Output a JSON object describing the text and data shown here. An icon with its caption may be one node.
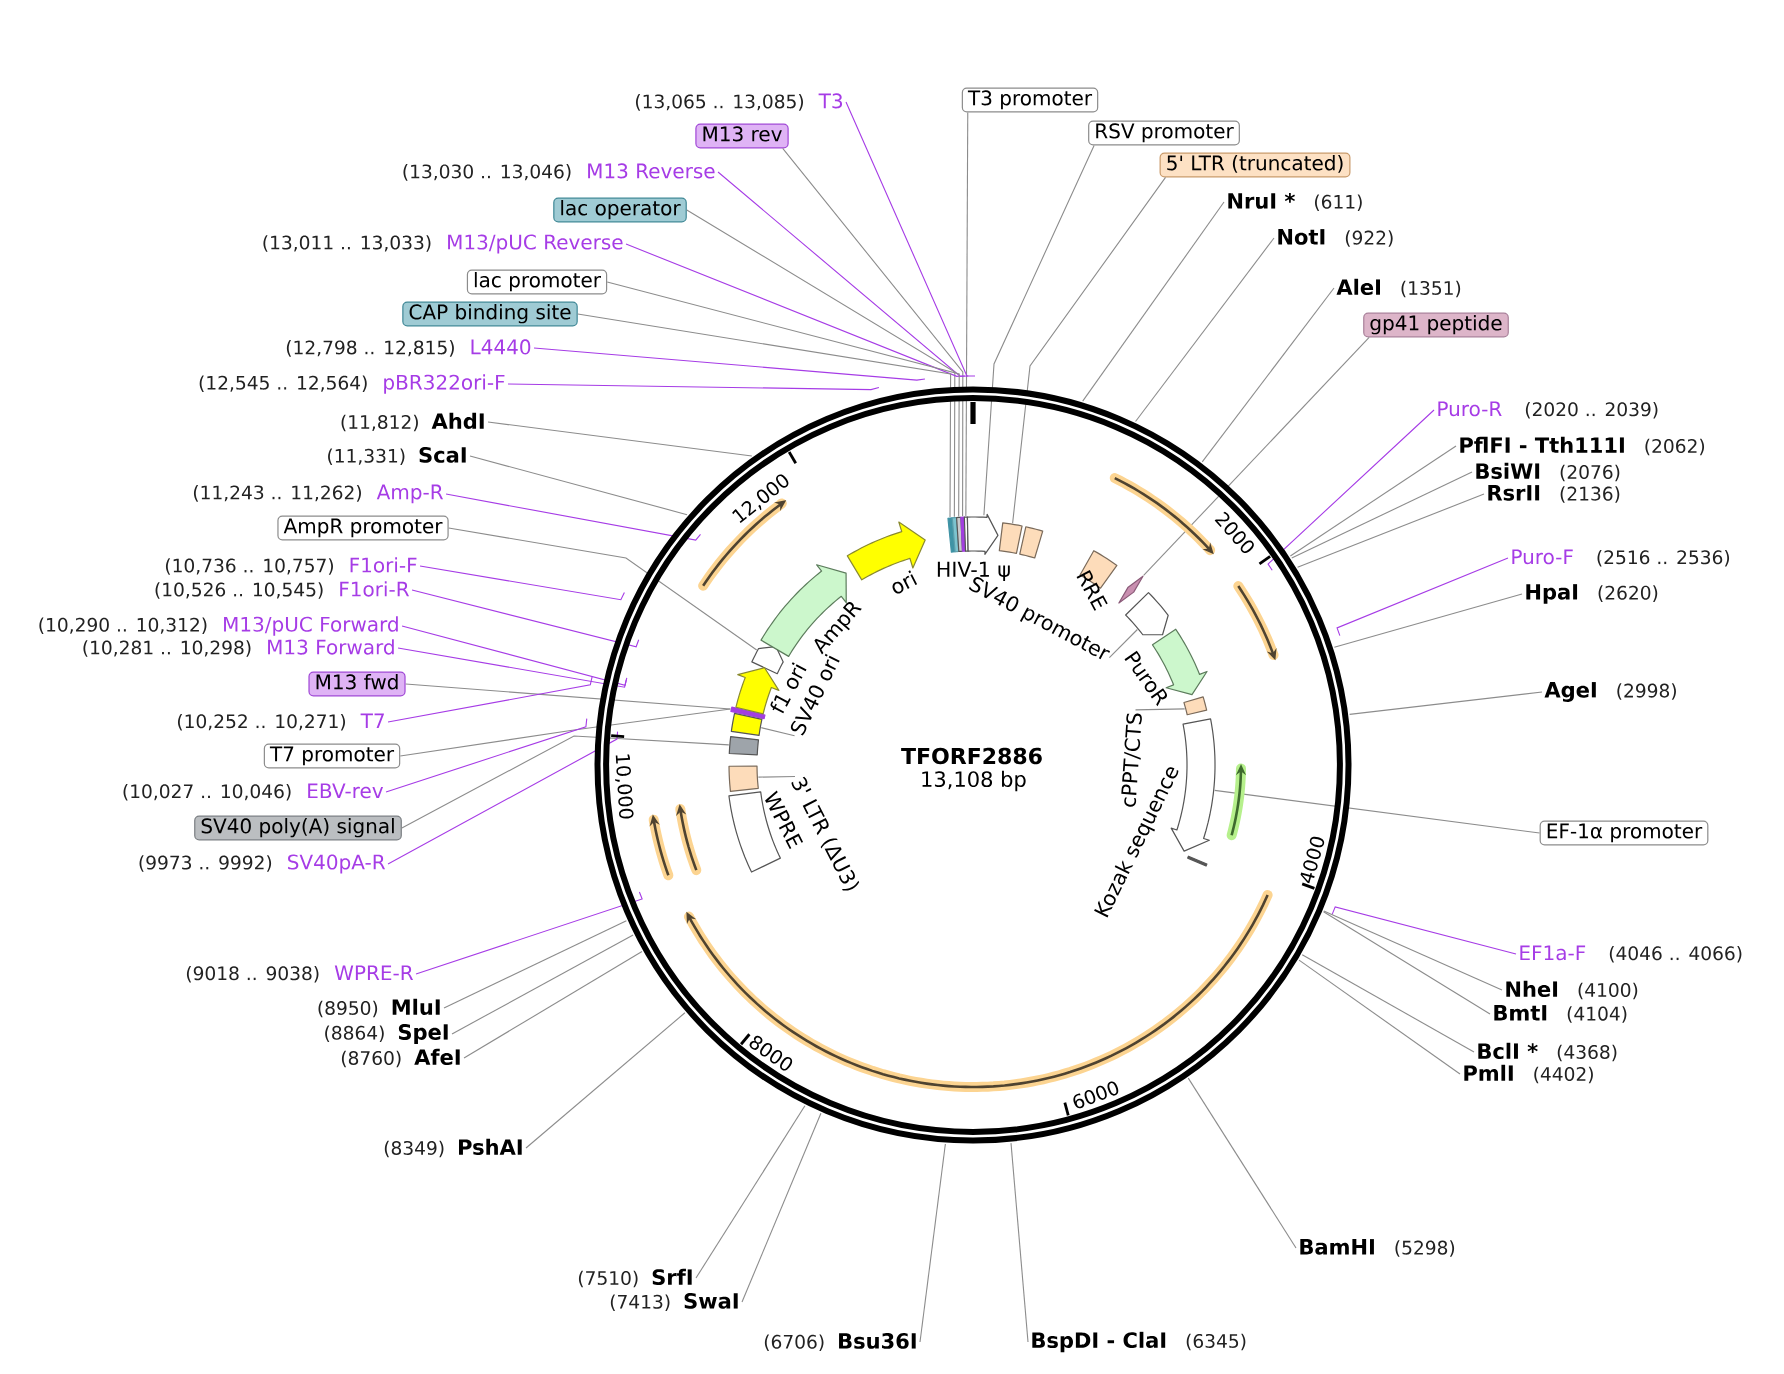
{
  "diagram": {
    "nodes": [
      {
        "text": [
          "T3 promoter"
        ]
      },
      {
        "text": [
          "(13,065 .. 13,085)",
          "T3"
        ]
      },
      {
        "text": [
          "RSV promoter"
        ]
      },
      {
        "text": [
          "M13 rev"
        ]
      },
      {
        "text": [
          "5' LTR (truncated)"
        ]
      },
      {
        "text": [
          "(13,030 .. 13,046)",
          "M13 Reverse"
        ]
      },
      {
        "text": [
          "NruI *",
          "(611)"
        ]
      },
      {
        "text": [
          "lac operator"
        ]
      },
      {
        "text": [
          "NotI",
          "(922)"
        ]
      },
      {
        "text": [
          "(13,011 .. 13,033)",
          "M13/pUC Reverse"
        ]
      },
      {
        "text": [
          "lac promoter"
        ]
      },
      {
        "text": [
          "AleI",
          "(1351)"
        ]
      },
      {
        "text": [
          "CAP binding site"
        ]
      },
      {
        "text": [
          "gp41 peptide"
        ]
      },
      {
        "text": [
          "(12,798 .. 12,815)",
          "L4440"
        ]
      },
      {
        "text": [
          "(12,545 .. 12,564)",
          "pBR322ori-F"
        ]
      },
      {
        "text": [
          "Puro-R",
          "(2020 .. 2039)"
        ]
      },
      {
        "text": [
          "(11,812)",
          "AhdI"
        ]
      },
      {
        "text": [
          "PflFI - Tth111I",
          "(2062)"
        ]
      },
      {
        "text": [
          "(11,331)",
          "ScaI"
        ]
      },
      {
        "text": [
          "BsiWI",
          "(2076)"
        ]
      },
      {
        "text": [
          "(11,243 .. 11,262)",
          "Amp-R"
        ]
      },
      {
        "text": [
          "RsrII",
          "(2136)"
        ]
      },
      {
        "text": [
          "AmpR promoter"
        ]
      },
      {
        "text": [
          "Puro-F",
          "(2516 .. 2536)"
        ]
      },
      {
        "text": [
          "(10,736 .. 10,757)",
          "F1ori-F"
        ]
      },
      {
        "text": [
          "(10,526 .. 10,545)",
          "F1ori-R"
        ]
      },
      {
        "text": [
          "HpaI",
          "(2620)"
        ]
      },
      {
        "text": [
          "SV40 promoter"
        ]
      },
      {
        "text": [
          "(10,290 .. 10,312)",
          "M13/pUC Forward"
        ]
      },
      {
        "text": [
          "(10,281 .. 10,298)",
          "M13 Forward"
        ]
      },
      {
        "text": [
          "M13 fwd"
        ]
      },
      {
        "text": [
          "AgeI",
          "(2998)"
        ]
      },
      {
        "text": [
          "SV40 ori"
        ]
      },
      {
        "text": [
          "(10,252 .. 10,271)",
          "T7"
        ]
      },
      {
        "text": [
          "T7 promoter"
        ]
      },
      {
        "text": [
          "cPPT/CTS"
        ]
      },
      {
        "text": [
          "(10,027 .. 10,046)",
          "EBV-rev"
        ]
      },
      {
        "text": [
          "SV40 poly(A) signal"
        ]
      },
      {
        "text": [
          "EF-1α promoter"
        ]
      },
      {
        "text": [
          "3' LTR (ΔU3)"
        ]
      },
      {
        "text": [
          "(9973 .. 9992)",
          "SV40pA-R"
        ]
      },
      {
        "text": [
          "EF1a-F",
          "(4046 .. 4066)"
        ]
      },
      {
        "text": [
          "(9018 .. 9038)",
          "WPRE-R"
        ]
      },
      {
        "text": [
          "NheI",
          "(4100)"
        ]
      },
      {
        "text": [
          "(8950)",
          "MluI"
        ]
      },
      {
        "text": [
          "BmtI",
          "(4104)"
        ]
      },
      {
        "text": [
          "(8864)",
          "SpeI"
        ]
      },
      {
        "text": [
          "BclI *",
          "(4368)"
        ]
      },
      {
        "text": [
          "(8760)",
          "AfeI"
        ]
      },
      {
        "text": [
          "PmlI",
          "(4402)"
        ]
      },
      {
        "text": [
          "(8349)",
          "PshAI"
        ]
      },
      {
        "text": [
          "BamHI",
          "(5298)"
        ]
      },
      {
        "text": [
          "(7510)",
          "SrfI"
        ]
      },
      {
        "text": [
          "(7413)",
          "SwaI"
        ]
      },
      {
        "text": [
          "(6706)",
          "Bsu36I"
        ]
      },
      {
        "text": [
          "BspDI - ClaI",
          "(6345)"
        ]
      },
      {
        "text": [],
        "shape": "bar"
      },
      {
        "text": [],
        "shape": "box"
      },
      {
        "text": [],
        "shape": "box"
      },
      {
        "text": [],
        "shape": "box"
      },
      {
        "text": [],
        "shape": "arrow"
      },
      {
        "text": [],
        "shape": "bar"
      },
      {
        "text": [],
        "shape": "bar"
      },
      {
        "text": [],
        "shape": "bar"
      },
      {
        "text": [],
        "shape": "bar"
      },
      {
        "text": [],
        "shape": "bar"
      },
      {
        "text": [],
        "shape": "arrow"
      },
      {
        "text": [],
        "shape": "box"
      },
      {
        "text": [],
        "shape": "diamond"
      },
      {
        "text": [],
        "shape": "arrow"
      },
      {
        "text": [],
        "shape": "box"
      },
      {
        "text": [],
        "shape": "arrow"
      },
      {
        "text": [],
        "shape": "arrow"
      },
      {
        "text": [],
        "shape": "arrow"
      },
      {
        "text": [],
        "shape": "arrow"
      },
      {
        "text": [],
        "shape": "box"
      },
      {
        "text": [],
        "shape": "box"
      },
      {
        "text": [],
        "shape": "arrow"
      },
      {
        "text": [],
        "shape": "box"
      },
      {
        "text": [],
        "shape": "bar"
      }
    ],
    "edges": [
      {
        "from": 0,
        "to": 66,
        "arrow": "none"
      },
      {
        "from": 1,
        "to": null,
        "arrow": "none",
        "color": "#a63ce6"
      },
      {
        "from": 2,
        "to": 67,
        "arrow": "none"
      },
      {
        "from": 3,
        "to": 65,
        "arrow": "none"
      },
      {
        "from": 4,
        "to": 68,
        "arrow": "none"
      },
      {
        "from": 5,
        "to": null,
        "arrow": "none",
        "color": "#a63ce6"
      },
      {
        "from": 6,
        "to": null,
        "arrow": "none"
      },
      {
        "from": 7,
        "to": 63,
        "arrow": "none"
      },
      {
        "from": 8,
        "to": null,
        "arrow": "none"
      },
      {
        "from": 9,
        "to": null,
        "arrow": "none",
        "color": "#a63ce6"
      },
      {
        "from": 10,
        "to": 64,
        "arrow": "none"
      },
      {
        "from": 11,
        "to": null,
        "arrow": "none"
      },
      {
        "from": 12,
        "to": 62,
        "arrow": "none"
      },
      {
        "from": 13,
        "to": 69,
        "arrow": "none"
      },
      {
        "from": 14,
        "to": null,
        "arrow": "none",
        "color": "#a63ce6"
      },
      {
        "from": 15,
        "to": null,
        "arrow": "none",
        "color": "#a63ce6"
      },
      {
        "from": 16,
        "to": null,
        "arrow": "none",
        "color": "#a63ce6"
      },
      {
        "from": 17,
        "to": null,
        "arrow": "none"
      },
      {
        "from": 18,
        "to": null,
        "arrow": "none"
      },
      {
        "from": 19,
        "to": null,
        "arrow": "none"
      },
      {
        "from": 20,
        "to": null,
        "arrow": "none"
      },
      {
        "from": 21,
        "to": null,
        "arrow": "none",
        "color": "#a63ce6"
      },
      {
        "from": 22,
        "to": null,
        "arrow": "none"
      },
      {
        "from": 23,
        "to": 61,
        "arrow": "none"
      },
      {
        "from": 24,
        "to": null,
        "arrow": "none",
        "color": "#a63ce6"
      },
      {
        "from": 25,
        "to": null,
        "arrow": "none",
        "color": "#a63ce6"
      },
      {
        "from": 26,
        "to": null,
        "arrow": "none",
        "color": "#a63ce6"
      },
      {
        "from": 27,
        "to": null,
        "arrow": "none"
      },
      {
        "from": 28,
        "to": 70,
        "arrow": "none"
      },
      {
        "from": 29,
        "to": null,
        "arrow": "none",
        "color": "#a63ce6"
      },
      {
        "from": 30,
        "to": null,
        "arrow": "none",
        "color": "#a63ce6"
      },
      {
        "from": 31,
        "to": 57,
        "arrow": "none"
      },
      {
        "from": 32,
        "to": null,
        "arrow": "none"
      },
      {
        "from": 33,
        "to": 58,
        "arrow": "none"
      },
      {
        "from": 34,
        "to": null,
        "arrow": "none",
        "color": "#a63ce6"
      },
      {
        "from": 35,
        "to": 57,
        "arrow": "none"
      },
      {
        "from": 36,
        "to": 71,
        "arrow": "none"
      },
      {
        "from": 37,
        "to": null,
        "arrow": "none",
        "color": "#a63ce6"
      },
      {
        "from": 38,
        "to": 59,
        "arrow": "none"
      },
      {
        "from": 39,
        "to": 72,
        "arrow": "none"
      },
      {
        "from": 40,
        "to": 60,
        "arrow": "none"
      },
      {
        "from": 41,
        "to": null,
        "arrow": "none",
        "color": "#a63ce6"
      },
      {
        "from": 42,
        "to": null,
        "arrow": "none",
        "color": "#a63ce6"
      },
      {
        "from": 43,
        "to": null,
        "arrow": "none",
        "color": "#a63ce6"
      },
      {
        "from": 44,
        "to": null,
        "arrow": "none"
      },
      {
        "from": 45,
        "to": null,
        "arrow": "none"
      },
      {
        "from": 46,
        "to": null,
        "arrow": "none"
      },
      {
        "from": 47,
        "to": null,
        "arrow": "none"
      },
      {
        "from": 48,
        "to": null,
        "arrow": "none"
      },
      {
        "from": 49,
        "to": null,
        "arrow": "none"
      },
      {
        "from": 50,
        "to": null,
        "arrow": "none"
      },
      {
        "from": 51,
        "to": null,
        "arrow": "none"
      },
      {
        "from": 52,
        "to": null,
        "arrow": "none"
      },
      {
        "from": 53,
        "to": null,
        "arrow": "none"
      },
      {
        "from": 54,
        "to": null,
        "arrow": "none"
      },
      {
        "from": 55,
        "to": null,
        "arrow": "none"
      },
      {
        "from": 56,
        "to": null,
        "arrow": "none"
      }
    ],
    "labels": [
      "12,000",
      "2000",
      "HIV-1 ψ",
      "ori",
      "RRE",
      "AmpR",
      "PuroR",
      "f1 ori",
      "TFORF2886",
      "13,108 bp",
      "10,000",
      "WPRE",
      "Kozak sequence",
      "4000",
      "8000",
      "6000"
    ]
  }
}
